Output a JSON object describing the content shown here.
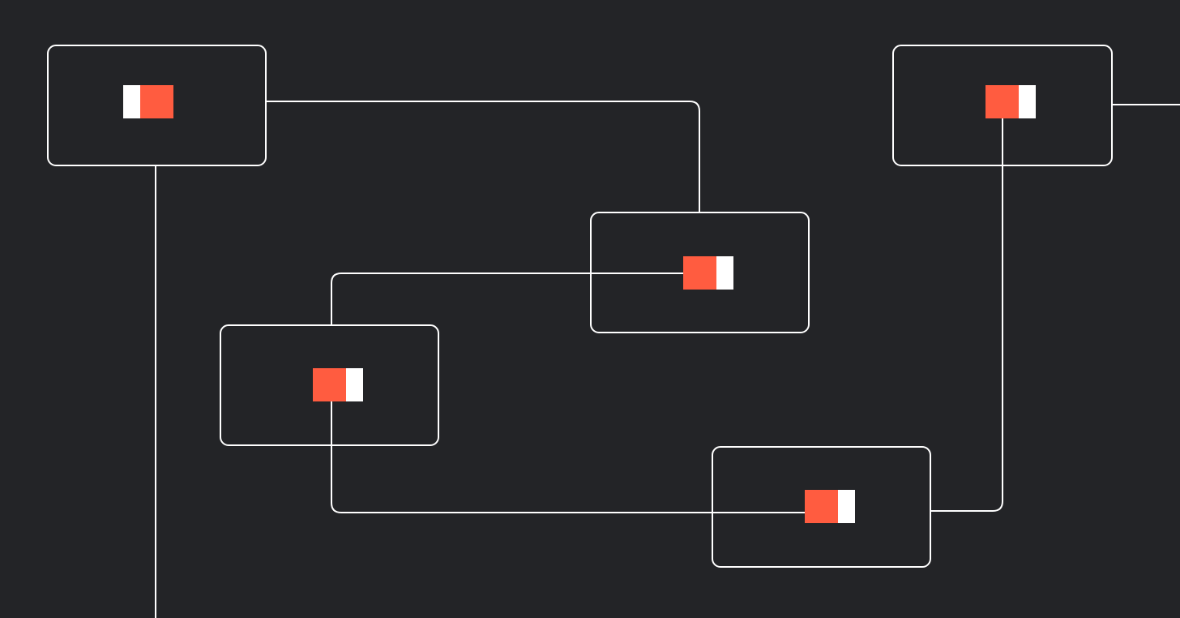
{
  "colors": {
    "background": "#232427",
    "stroke": "#ffffff",
    "accent": "#ff5c40",
    "indicator_light": "#ffffff"
  },
  "nodes": [
    {
      "id": "node-1",
      "toggle_state": "on",
      "indicator_order": "light-accent"
    },
    {
      "id": "node-2",
      "toggle_state": "on",
      "indicator_order": "accent-light"
    },
    {
      "id": "node-3",
      "toggle_state": "on",
      "indicator_order": "accent-light"
    },
    {
      "id": "node-4",
      "toggle_state": "on",
      "indicator_order": "accent-light"
    },
    {
      "id": "node-5",
      "toggle_state": "on",
      "indicator_order": "accent-light"
    }
  ],
  "connections": [
    {
      "from": "node-1",
      "to": "node-3"
    },
    {
      "from": "node-3",
      "to": "node-4"
    },
    {
      "from": "node-4",
      "to": "node-5"
    },
    {
      "from": "node-5",
      "to": "node-2"
    },
    {
      "from": "node-1",
      "to": "off-canvas-bottom"
    },
    {
      "from": "node-2",
      "to": "off-canvas-right"
    }
  ]
}
